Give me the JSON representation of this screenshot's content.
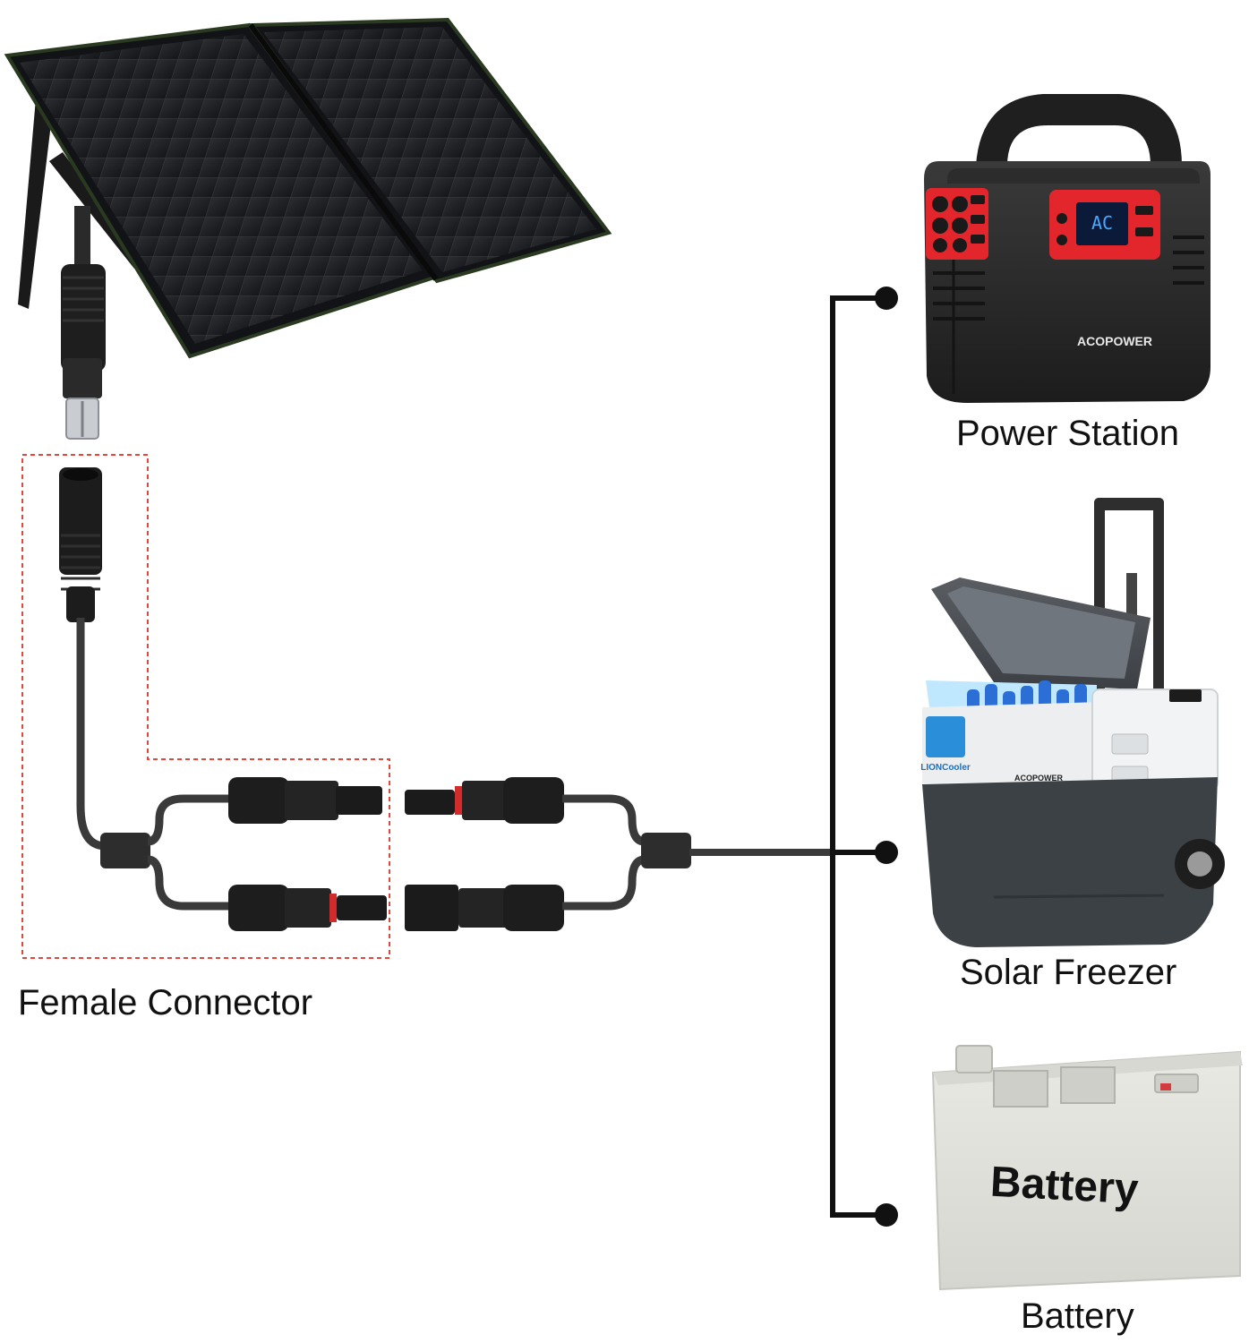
{
  "labels": {
    "female_connector": "Female Connector",
    "power_station": "Power Station",
    "solar_freezer": "Solar Freezer",
    "battery": "Battery"
  },
  "product_text": {
    "power_station_brand": "ACOPOWER",
    "power_station_display": "AC",
    "freezer_brand": "ACOPOWER",
    "freezer_logo": "LIONCooler",
    "battery_face": "Battery"
  },
  "colors": {
    "highlight_box": "#e0483c",
    "connector_line": "#111111",
    "cable": "#3a3a3a",
    "power_station_accent": "#e3262b"
  }
}
